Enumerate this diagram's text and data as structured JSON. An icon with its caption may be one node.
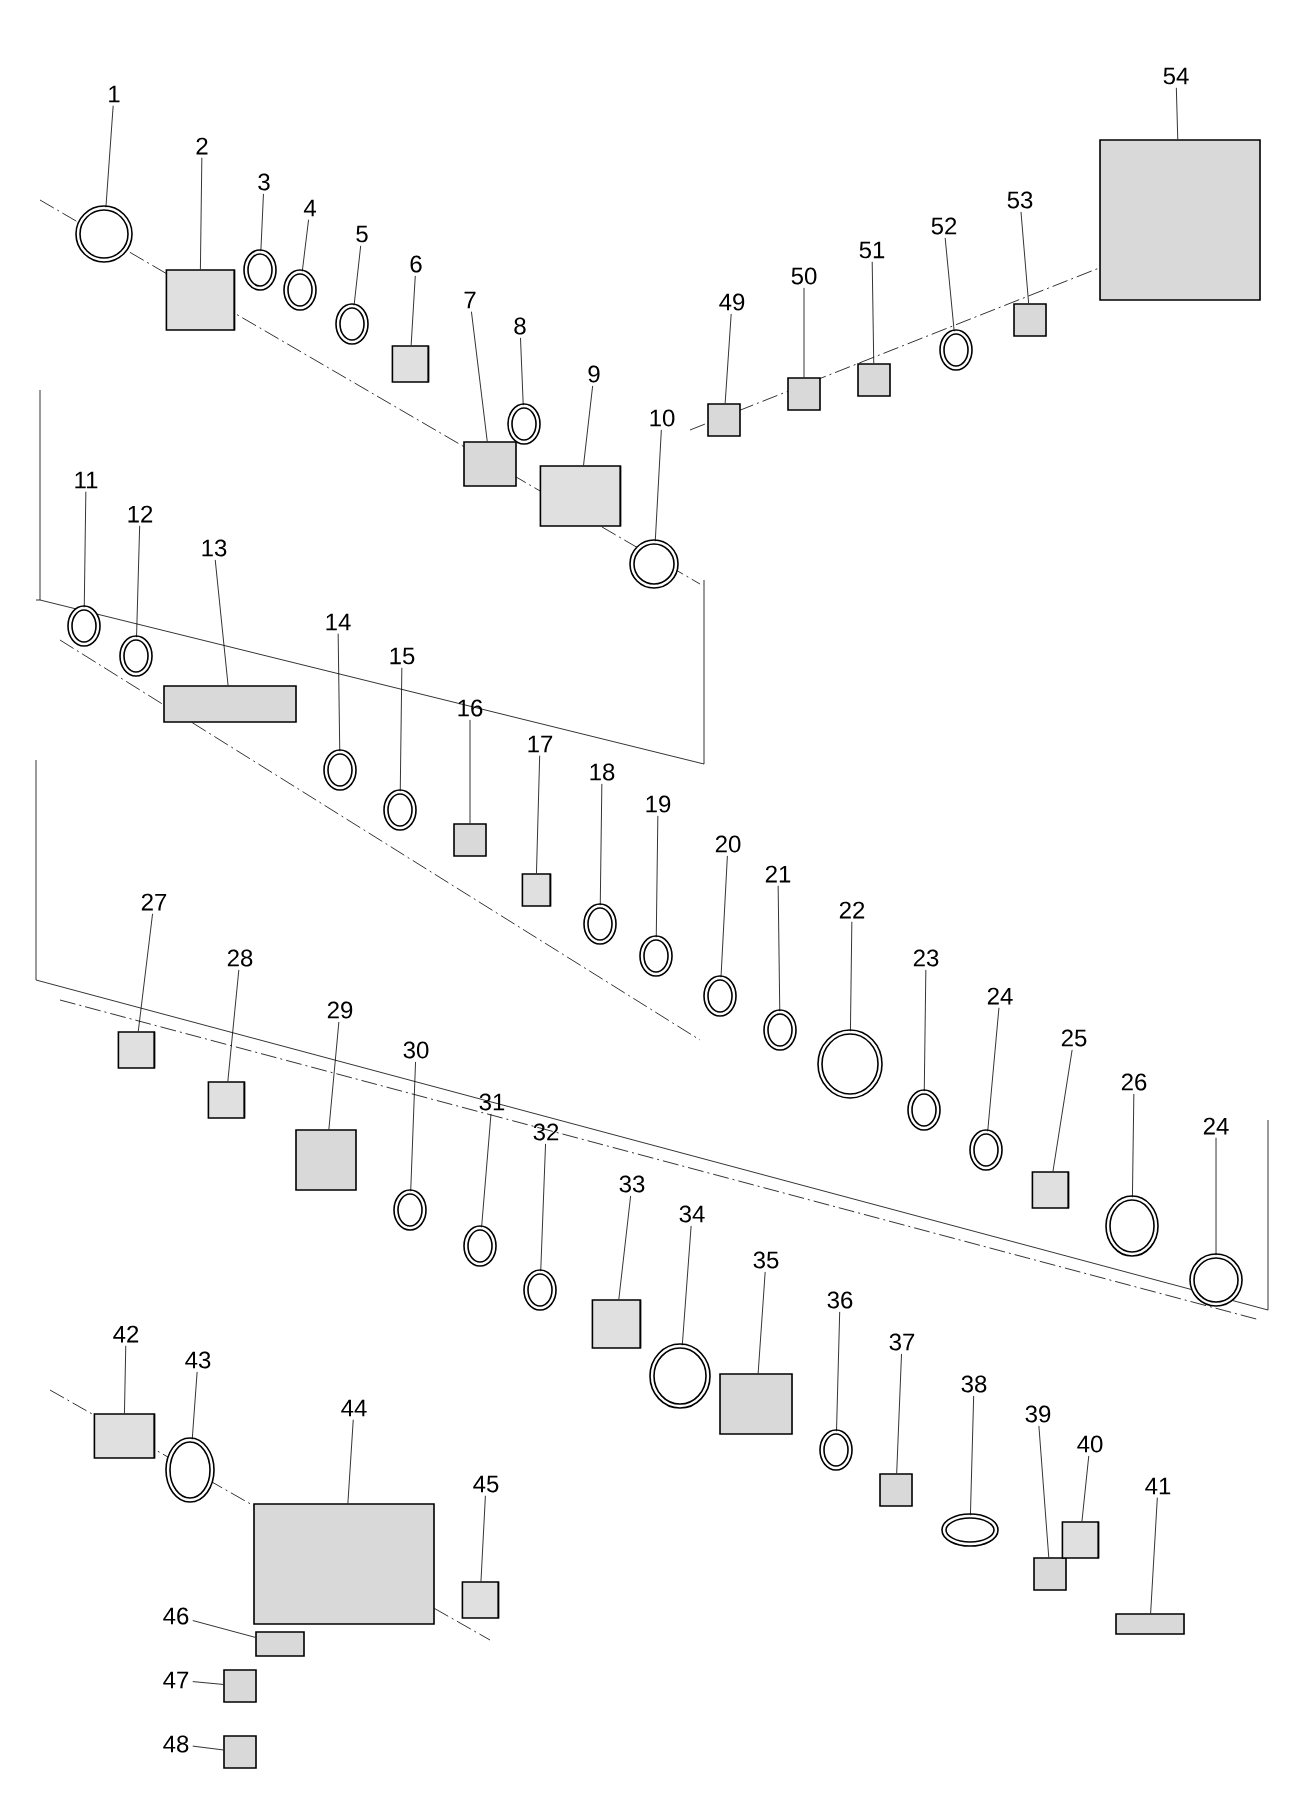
{
  "diagram": {
    "nodes": [
      {
        "text": [
          "1"
        ]
      },
      {
        "text": [],
        "shape": "circle"
      },
      {
        "text": [
          "2"
        ]
      },
      {
        "text": [],
        "shape": "cylinder"
      },
      {
        "text": [
          "3"
        ]
      },
      {
        "text": [],
        "shape": "circle"
      },
      {
        "text": [
          "4"
        ]
      },
      {
        "text": [],
        "shape": "circle"
      },
      {
        "text": [
          "5"
        ]
      },
      {
        "text": [],
        "shape": "circle"
      },
      {
        "text": [
          "6"
        ]
      },
      {
        "text": [],
        "shape": "cylinder"
      },
      {
        "text": [
          "7"
        ]
      },
      {
        "text": [],
        "shape": "box"
      },
      {
        "text": [
          "8"
        ]
      },
      {
        "text": [],
        "shape": "circle"
      },
      {
        "text": [
          "9"
        ]
      },
      {
        "text": [],
        "shape": "cylinder"
      },
      {
        "text": [
          "10"
        ]
      },
      {
        "text": [],
        "shape": "circle"
      },
      {
        "text": [
          "11"
        ]
      },
      {
        "text": [],
        "shape": "circle"
      },
      {
        "text": [
          "12"
        ]
      },
      {
        "text": [],
        "shape": "circle"
      },
      {
        "text": [
          "13"
        ]
      },
      {
        "text": [],
        "shape": "box"
      },
      {
        "text": [
          "14"
        ]
      },
      {
        "text": [],
        "shape": "circle"
      },
      {
        "text": [
          "15"
        ]
      },
      {
        "text": [],
        "shape": "circle"
      },
      {
        "text": [
          "16"
        ]
      },
      {
        "text": [],
        "shape": "box"
      },
      {
        "text": [
          "17"
        ]
      },
      {
        "text": [],
        "shape": "cylinder"
      },
      {
        "text": [
          "18"
        ]
      },
      {
        "text": [],
        "shape": "circle"
      },
      {
        "text": [
          "19"
        ]
      },
      {
        "text": [],
        "shape": "circle"
      },
      {
        "text": [
          "20"
        ]
      },
      {
        "text": [],
        "shape": "circle"
      },
      {
        "text": [
          "21"
        ]
      },
      {
        "text": [],
        "shape": "circle"
      },
      {
        "text": [
          "22"
        ]
      },
      {
        "text": [],
        "shape": "circle"
      },
      {
        "text": [
          "23"
        ]
      },
      {
        "text": [],
        "shape": "circle"
      },
      {
        "text": [
          "24"
        ]
      },
      {
        "text": [],
        "shape": "circle"
      },
      {
        "text": [
          "25"
        ]
      },
      {
        "text": [],
        "shape": "cylinder"
      },
      {
        "text": [
          "26"
        ]
      },
      {
        "text": [],
        "shape": "circle"
      },
      {
        "text": [
          "24"
        ]
      },
      {
        "text": [],
        "shape": "circle"
      },
      {
        "text": [
          "27"
        ]
      },
      {
        "text": [],
        "shape": "cylinder"
      },
      {
        "text": [
          "28"
        ]
      },
      {
        "text": [],
        "shape": "cylinder"
      },
      {
        "text": [
          "29"
        ]
      },
      {
        "text": [],
        "shape": "box"
      },
      {
        "text": [
          "30"
        ]
      },
      {
        "text": [],
        "shape": "circle"
      },
      {
        "text": [
          "31"
        ]
      },
      {
        "text": [],
        "shape": "circle"
      },
      {
        "text": [
          "32"
        ]
      },
      {
        "text": [],
        "shape": "circle"
      },
      {
        "text": [
          "33"
        ]
      },
      {
        "text": [],
        "shape": "cylinder"
      },
      {
        "text": [
          "34"
        ]
      },
      {
        "text": [],
        "shape": "circle"
      },
      {
        "text": [
          "35"
        ]
      },
      {
        "text": [],
        "shape": "box"
      },
      {
        "text": [
          "36"
        ]
      },
      {
        "text": [],
        "shape": "circle"
      },
      {
        "text": [
          "37"
        ]
      },
      {
        "text": [],
        "shape": "box"
      },
      {
        "text": [
          "38"
        ]
      },
      {
        "text": [],
        "shape": "circle"
      },
      {
        "text": [
          "39"
        ]
      },
      {
        "text": [],
        "shape": "box"
      },
      {
        "text": [
          "40"
        ]
      },
      {
        "text": [],
        "shape": "cylinder"
      },
      {
        "text": [
          "41"
        ]
      },
      {
        "text": [],
        "shape": "box"
      },
      {
        "text": [
          "42"
        ]
      },
      {
        "text": [],
        "shape": "cylinder"
      },
      {
        "text": [
          "43"
        ]
      },
      {
        "text": [],
        "shape": "circle"
      },
      {
        "text": [
          "44"
        ]
      },
      {
        "text": [],
        "shape": "box"
      },
      {
        "text": [
          "45"
        ]
      },
      {
        "text": [],
        "shape": "cylinder"
      },
      {
        "text": [
          "46"
        ]
      },
      {
        "text": [],
        "shape": "box"
      },
      {
        "text": [
          "47"
        ]
      },
      {
        "text": [],
        "shape": "box"
      },
      {
        "text": [
          "48"
        ]
      },
      {
        "text": [],
        "shape": "box"
      },
      {
        "text": [
          "49"
        ]
      },
      {
        "text": [],
        "shape": "box"
      },
      {
        "text": [
          "50"
        ]
      },
      {
        "text": [],
        "shape": "box"
      },
      {
        "text": [
          "51"
        ]
      },
      {
        "text": [],
        "shape": "box"
      },
      {
        "text": [
          "52"
        ]
      },
      {
        "text": [],
        "shape": "circle"
      },
      {
        "text": [
          "53"
        ]
      },
      {
        "text": [],
        "shape": "box"
      },
      {
        "text": [
          "54"
        ]
      },
      {
        "text": [],
        "shape": "box"
      }
    ],
    "edges": [
      {
        "from": 0,
        "to": 1,
        "arrow": "none"
      },
      {
        "from": 2,
        "to": 3,
        "arrow": "none"
      },
      {
        "from": 4,
        "to": 5,
        "arrow": "none"
      },
      {
        "from": 6,
        "to": 7,
        "arrow": "none"
      },
      {
        "from": 8,
        "to": 9,
        "arrow": "none"
      },
      {
        "from": 10,
        "to": 11,
        "arrow": "none"
      },
      {
        "from": 12,
        "to": 13,
        "arrow": "none"
      },
      {
        "from": 14,
        "to": 15,
        "arrow": "none"
      },
      {
        "from": 16,
        "to": 17,
        "arrow": "none"
      },
      {
        "from": 18,
        "to": 19,
        "arrow": "none"
      },
      {
        "from": 20,
        "to": 21,
        "arrow": "none"
      },
      {
        "from": 22,
        "to": 23,
        "arrow": "none"
      },
      {
        "from": 24,
        "to": 25,
        "arrow": "none"
      },
      {
        "from": 26,
        "to": 27,
        "arrow": "none"
      },
      {
        "from": 28,
        "to": 29,
        "arrow": "none"
      },
      {
        "from": 30,
        "to": 31,
        "arrow": "none"
      },
      {
        "from": 32,
        "to": 33,
        "arrow": "none"
      },
      {
        "from": 34,
        "to": 35,
        "arrow": "none"
      },
      {
        "from": 36,
        "to": 37,
        "arrow": "none"
      },
      {
        "from": 38,
        "to": 39,
        "arrow": "none"
      },
      {
        "from": 40,
        "to": 41,
        "arrow": "none"
      },
      {
        "from": 42,
        "to": 43,
        "arrow": "none"
      },
      {
        "from": 44,
        "to": 45,
        "arrow": "none"
      },
      {
        "from": 46,
        "to": 47,
        "arrow": "none"
      },
      {
        "from": 48,
        "to": 49,
        "arrow": "none"
      },
      {
        "from": 50,
        "to": 51,
        "arrow": "none"
      },
      {
        "from": 52,
        "to": 53,
        "arrow": "none"
      },
      {
        "from": 54,
        "to": 55,
        "arrow": "none"
      },
      {
        "from": 56,
        "to": 57,
        "arrow": "none"
      },
      {
        "from": 58,
        "to": 59,
        "arrow": "none"
      },
      {
        "from": 60,
        "to": 61,
        "arrow": "none"
      },
      {
        "from": 62,
        "to": 63,
        "arrow": "none"
      },
      {
        "from": 64,
        "to": 65,
        "arrow": "none"
      },
      {
        "from": 66,
        "to": 67,
        "arrow": "none"
      },
      {
        "from": 68,
        "to": 69,
        "arrow": "none"
      },
      {
        "from": 70,
        "to": 71,
        "arrow": "none"
      },
      {
        "from": 72,
        "to": 73,
        "arrow": "none"
      },
      {
        "from": 74,
        "to": 75,
        "arrow": "none"
      },
      {
        "from": 76,
        "to": 77,
        "arrow": "none"
      },
      {
        "from": 78,
        "to": 79,
        "arrow": "none"
      },
      {
        "from": 80,
        "to": 81,
        "arrow": "none"
      },
      {
        "from": 82,
        "to": 83,
        "arrow": "none"
      },
      {
        "from": 84,
        "to": 85,
        "arrow": "none"
      },
      {
        "from": 86,
        "to": 87,
        "arrow": "none"
      },
      {
        "from": 88,
        "to": 89,
        "arrow": "none"
      },
      {
        "from": 90,
        "to": 91,
        "arrow": "none"
      },
      {
        "from": 92,
        "to": 93,
        "arrow": "none"
      },
      {
        "from": 94,
        "to": 95,
        "arrow": "none"
      },
      {
        "from": 96,
        "to": 97,
        "arrow": "none"
      },
      {
        "from": 98,
        "to": 99,
        "arrow": "none"
      },
      {
        "from": 100,
        "to": 101,
        "arrow": "none"
      },
      {
        "from": 102,
        "to": 103,
        "arrow": "none"
      },
      {
        "from": 104,
        "to": 105,
        "arrow": "none"
      },
      {
        "from": 106,
        "to": 107,
        "arrow": "none"
      },
      {
        "from": 108,
        "to": 109,
        "arrow": "none"
      }
    ]
  }
}
